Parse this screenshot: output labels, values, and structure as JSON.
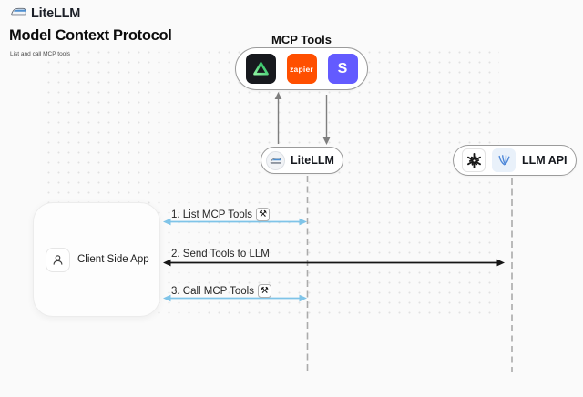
{
  "brand": {
    "name": "LiteLLM"
  },
  "header": {
    "title": "Model Context Protocol",
    "subtitle": "List and call MCP tools"
  },
  "mcp": {
    "label": "MCP Tools",
    "tools": [
      {
        "name": "green-triangle-tool"
      },
      {
        "name": "zapier",
        "text": "zapier"
      },
      {
        "name": "stripe",
        "text": "S"
      }
    ]
  },
  "nodes": {
    "litellm": {
      "label": "LiteLLM"
    },
    "llm_api": {
      "label": "LLM API"
    },
    "client": {
      "label": "Client Side App"
    }
  },
  "sequence": {
    "step1": {
      "label": "1. List MCP Tools",
      "tool_icon": "⚒"
    },
    "step2": {
      "label": "2. Send Tools to LLM"
    },
    "step3": {
      "label": "3. Call MCP Tools",
      "tool_icon": "⚒"
    }
  },
  "colors": {
    "background": "#fafafa",
    "blue_arrow": "#7fc4e8",
    "black_arrow": "#161616",
    "dashed_lifeline": "#ababab",
    "zapier_orange": "#ff4f00",
    "stripe_indigo": "#635bff",
    "tool_tile_black": "#17191e",
    "green_triangle": "#2fc96a"
  }
}
